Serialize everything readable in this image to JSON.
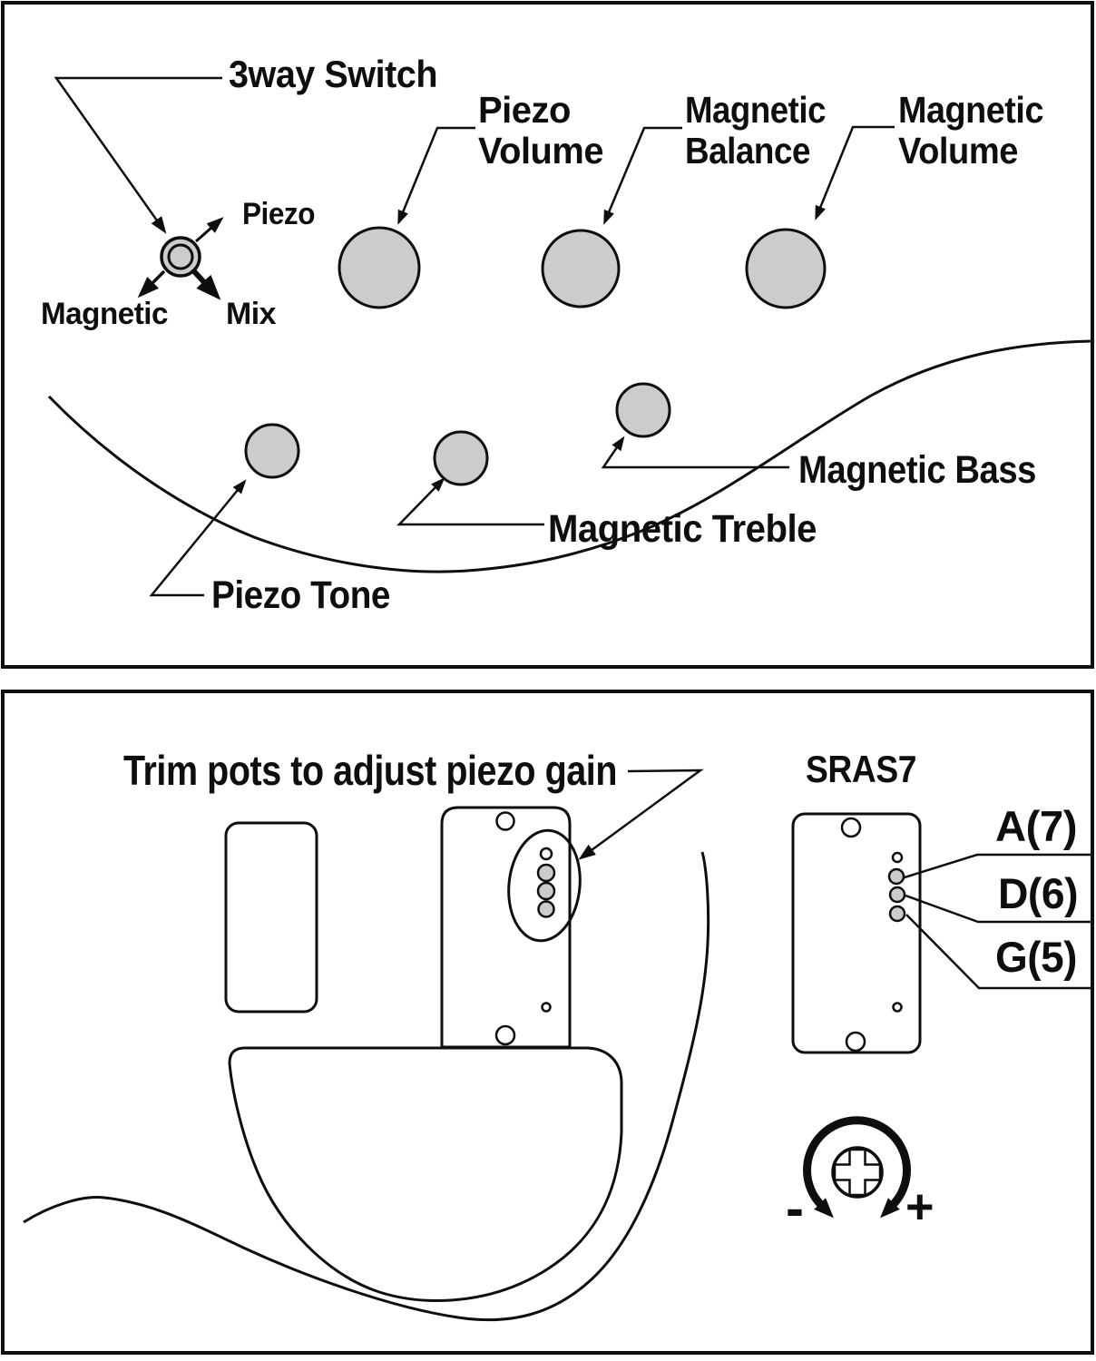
{
  "colors": {
    "ink": "#0e0e0e",
    "knob_gray": "#cccccc",
    "background": "#ffffff"
  },
  "top_panel": {
    "switch_label": "3way Switch",
    "switch_positions": {
      "piezo": "Piezo",
      "magnetic": "Magnetic",
      "mix": "Mix"
    },
    "piezo_volume": {
      "line1": "Piezo",
      "line2": "Volume"
    },
    "magnetic_balance": {
      "line1": "Magnetic",
      "line2": "Balance"
    },
    "magnetic_volume": {
      "line1": "Magnetic",
      "line2": "Volume"
    },
    "magnetic_bass": "Magnetic Bass",
    "magnetic_treble": "Magnetic Treble",
    "piezo_tone": "Piezo Tone"
  },
  "bottom_panel": {
    "heading": "Trim pots to adjust piezo gain",
    "pickup_model": "SRAS7",
    "strings": {
      "a": "A(7)",
      "d": "D(6)",
      "g": "G(5)"
    },
    "gain_decrease": "-",
    "gain_increase": "+"
  }
}
